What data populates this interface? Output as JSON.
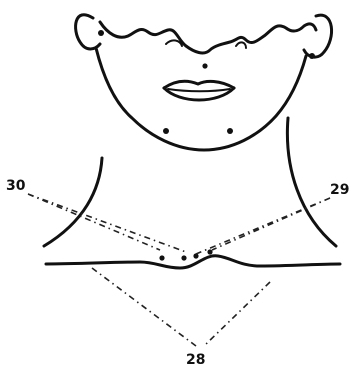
{
  "figure": {
    "labels": {
      "point_30": "30",
      "point_29": "29",
      "point_28": "28"
    },
    "colors": {
      "ink": "#111111",
      "background": "#ffffff"
    }
  }
}
